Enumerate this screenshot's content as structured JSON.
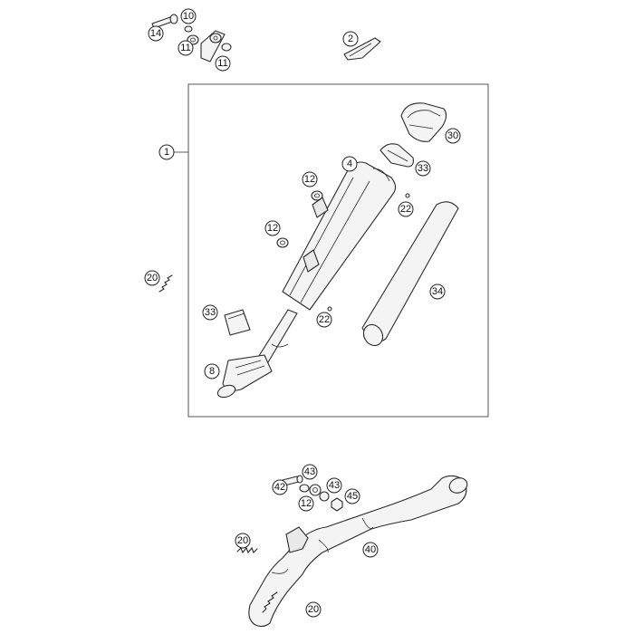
{
  "callouts": {
    "c10": "10",
    "c14": "14",
    "c11a": "11",
    "c11b": "11",
    "c2": "2",
    "c1": "1",
    "c30": "30",
    "c4": "4",
    "c33a": "33",
    "c12a": "12",
    "c22a": "22",
    "c12b": "12",
    "c20a": "20",
    "c34": "34",
    "c33b": "33",
    "c22b": "22",
    "c8": "8",
    "c43a": "43",
    "c42": "42",
    "c43b": "43",
    "c12c": "12",
    "c45": "45",
    "c20b": "20",
    "c40": "40",
    "c20c": "20"
  }
}
